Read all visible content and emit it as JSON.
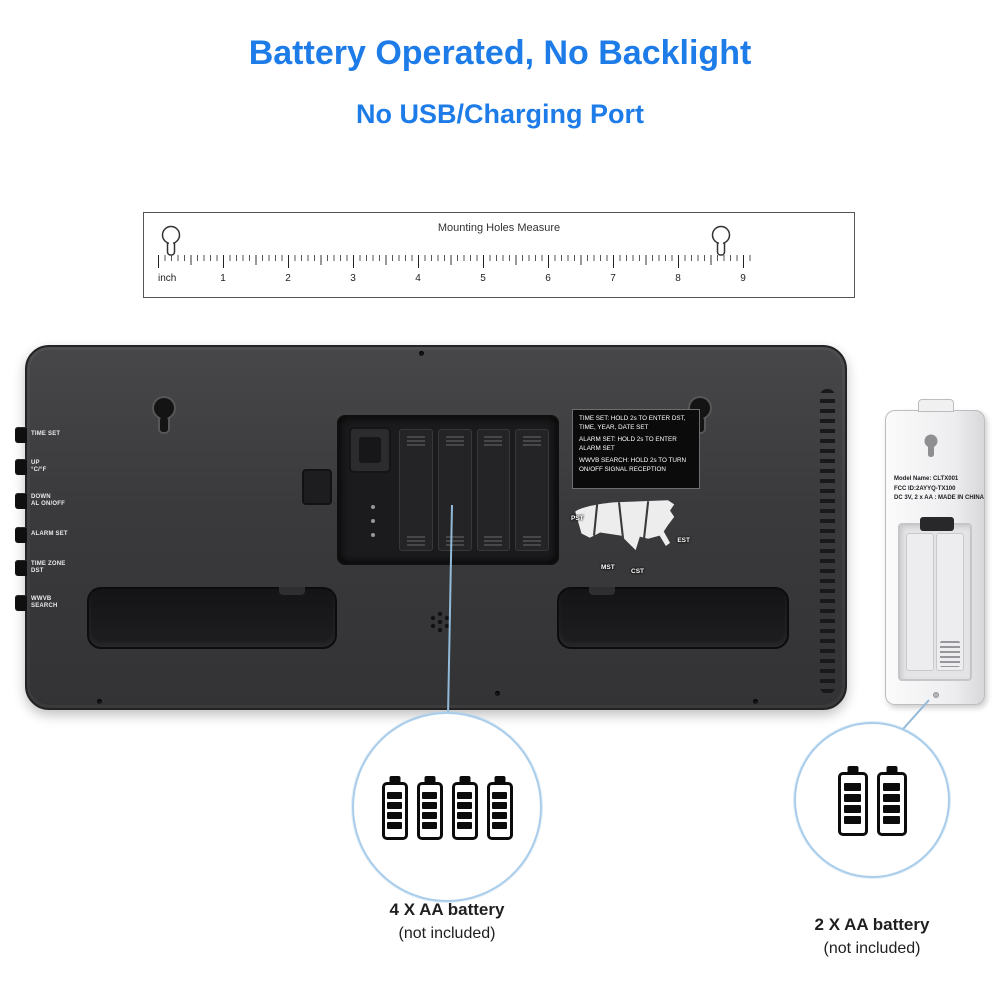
{
  "title": "Battery Operated, No Backlight",
  "subtitle": "No USB/Charging Port",
  "ruler": {
    "label": "Mounting Holes Measure",
    "unit": "inch",
    "ticks": [
      "1",
      "2",
      "3",
      "4",
      "5",
      "6",
      "7",
      "8",
      "9"
    ]
  },
  "clock_back": {
    "buttons": [
      "TIME SET",
      "UP\n°C/°F",
      "DOWN\nAL ON/OFF",
      "ALARM SET",
      "TIME ZONE\nDST",
      "WWVB\nSEARCH"
    ],
    "instructions": [
      "TIME SET: HOLD 2s TO ENTER DST, TIME, YEAR, DATE SET",
      "ALARM SET: HOLD 2s TO ENTER ALARM SET",
      "WWVB SEARCH: HOLD 2s TO TURN ON/OFF SIGNAL RECEPTION"
    ],
    "timezones": [
      "PST",
      "MST",
      "CST",
      "EST"
    ]
  },
  "sensor": {
    "model_line": "Model Name: CLTX001",
    "fcc_line": "FCC ID:2AYYQ-TX100",
    "power_line": "DC 3V, 2 x AA : MADE IN CHINA"
  },
  "callouts": [
    {
      "label": "4 X AA battery",
      "sublabel": "(not included)",
      "battery_count": "4"
    },
    {
      "label": "2 X AA battery",
      "sublabel": "(not included)",
      "battery_count": "2"
    }
  ],
  "colors": {
    "accent_blue": "#1e7ce8",
    "callout_border": "#a9cdea",
    "panel_dark": "#3a3a3c"
  }
}
